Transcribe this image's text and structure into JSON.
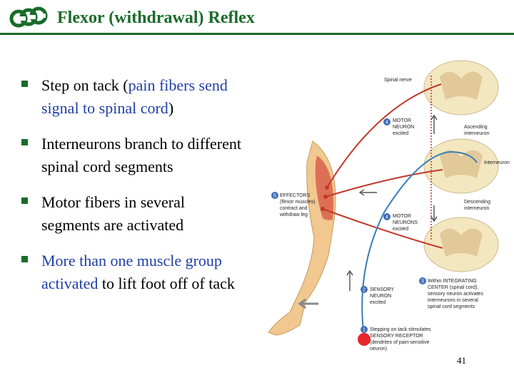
{
  "slide": {
    "title": "Flexor (withdrawal) Reflex",
    "page_number": "41"
  },
  "bullets": [
    {
      "parts": [
        "Step on tack (",
        "pain fibers send signal to spinal cord",
        ")"
      ]
    },
    {
      "parts": [
        "Interneurons branch to different spinal cord segments",
        "",
        ""
      ]
    },
    {
      "parts": [
        "Motor fibers in several segments are activated",
        "",
        ""
      ]
    },
    {
      "parts": [
        "",
        "More than one muscle group activated",
        " to lift foot off of tack"
      ]
    }
  ],
  "figure": {
    "labels": {
      "spinal_nerve": "Spinal nerve",
      "motor_neuron_1": [
        "MOTOR",
        "NEURON",
        "excited"
      ],
      "ascending": [
        "Ascending",
        "interneuron"
      ],
      "interneuron": "Interneuron",
      "effectors": [
        "EFFECTORS",
        "(flexor muscles)",
        "contract and",
        "withdraw leg"
      ],
      "motor_neurons_2": [
        "MOTOR",
        "NEURONS",
        "excited"
      ],
      "descending": [
        "Descending",
        "interneuron"
      ],
      "sensory_neuron": [
        "SENSORY",
        "NEURON",
        "excited"
      ],
      "integrating": [
        "Within INTEGRATING",
        "CENTER (spinal cord),",
        "sensory neuron activates",
        "interneurons in several",
        "spinal cord segments"
      ],
      "receptor": [
        "Stepping on tack stimulates",
        "SENSORY RECEPTOR",
        "(dendrites of pain-sensitive",
        "neuron)"
      ]
    },
    "step_numbers": [
      "4",
      "5",
      "4",
      "3",
      "2",
      "1"
    ],
    "colors": {
      "motor": "#c0392b",
      "sensory": "#3a7fb5",
      "cord": "#f3e7c0",
      "gray_matter": "#e2c99a",
      "leg": "#f0c890",
      "muscle": "#d9604a",
      "badge": "#3f6fb5"
    }
  }
}
